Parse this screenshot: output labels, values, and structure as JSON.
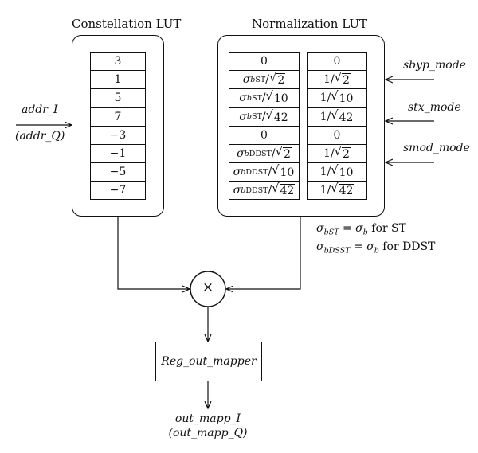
{
  "constellation": {
    "title": "Constellation LUT",
    "values": [
      "3",
      "1",
      "5",
      "7",
      "−3",
      "−1",
      "−5",
      "−7"
    ]
  },
  "normalization": {
    "title": "Normalization LUT",
    "left_col": [
      {
        "kind": "plain",
        "text": "0"
      },
      {
        "kind": "sigma",
        "sub": "ST",
        "sqrt": "2"
      },
      {
        "kind": "sigma",
        "sub": "ST",
        "sqrt": "10"
      },
      {
        "kind": "sigma",
        "sub": "ST",
        "sqrt": "42"
      },
      {
        "kind": "plain",
        "text": "0"
      },
      {
        "kind": "sigma",
        "sub": "DDST",
        "sqrt": "2"
      },
      {
        "kind": "sigma",
        "sub": "DDST",
        "sqrt": "10"
      },
      {
        "kind": "sigma",
        "sub": "DDST",
        "sqrt": "42"
      }
    ],
    "right_col": [
      {
        "kind": "plain",
        "text": "0"
      },
      {
        "kind": "frac",
        "num": "1",
        "sqrt": "2"
      },
      {
        "kind": "frac",
        "num": "1",
        "sqrt": "10"
      },
      {
        "kind": "frac",
        "num": "1",
        "sqrt": "42"
      },
      {
        "kind": "plain",
        "text": "0"
      },
      {
        "kind": "frac",
        "num": "1",
        "sqrt": "2"
      },
      {
        "kind": "frac",
        "num": "1",
        "sqrt": "10"
      },
      {
        "kind": "frac",
        "num": "1",
        "sqrt": "42"
      }
    ]
  },
  "inputs": {
    "addr_i": "addr_I",
    "addr_q": "(addr_Q)",
    "sbyp_mode": "sbyp_mode",
    "stx_mode": "stx_mode",
    "smod_mode": "smod_mode"
  },
  "notes": {
    "line1": {
      "sigma": "σ",
      "sub": "bST",
      "eq": " = ",
      "rhs_sigma": "σ",
      "rhs_sub": "b",
      "tail": " for ST"
    },
    "line2": {
      "sigma": "σ",
      "sub": "bDSST",
      "eq": " = ",
      "rhs_sigma": "σ",
      "rhs_sub": "b",
      "tail": " for DDST"
    }
  },
  "multiplier": {
    "symbol": "×"
  },
  "register": {
    "label": "Reg_out_mapper"
  },
  "outputs": {
    "out_i": "out_mapp_I",
    "out_q": "(out_mapp_Q)"
  }
}
